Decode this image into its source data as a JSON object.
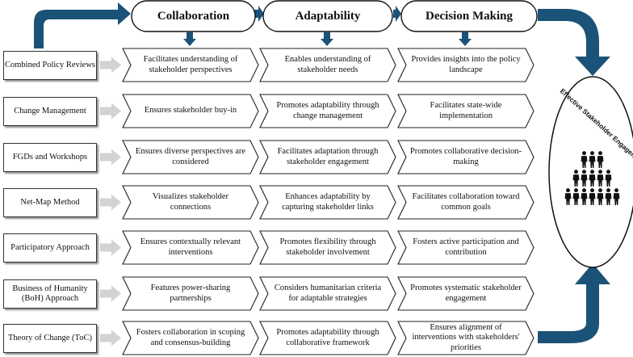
{
  "headers": [
    "Collaboration",
    "Adaptability",
    "Decision Making"
  ],
  "rows": [
    {
      "method": "Combined Policy Reviews",
      "cells": [
        "Facilitates understanding of stakeholder perspectives",
        "Enables understanding of stakeholder needs",
        "Provides insights into the policy landscape"
      ]
    },
    {
      "method": "Change Management",
      "cells": [
        "Ensures stakeholder buy-in",
        "Promotes adaptability through change management",
        "Facilitates state-wide implementation"
      ]
    },
    {
      "method": "FGDs and Workshops",
      "cells": [
        "Ensures diverse perspectives are considered",
        "Facilitates adaptation through stakeholder engagement",
        "Promotes collaborative decision-making"
      ]
    },
    {
      "method": "Net-Map Method",
      "cells": [
        "Visualizes stakeholder connections",
        "Enhances adaptability by capturing stakeholder links",
        "Facilitates collaboration toward common goals"
      ]
    },
    {
      "method": "Participatory Approach",
      "cells": [
        "Ensures contextually relevant interventions",
        "Promotes flexibility through stakeholder involvement",
        "Fosters active participation and contribution"
      ]
    },
    {
      "method": "Business of Humanity (BoH) Approach",
      "cells": [
        "Features power-sharing partnerships",
        "Considers humanitarian criteria for adaptable strategies",
        "Promotes systematic stakeholder engagement"
      ]
    },
    {
      "method": "Theory of Change (ToC)",
      "cells": [
        "Fosters collaboration in scoping and consensus-building",
        "Promotes adaptability through collaborative framework",
        "Ensures alignment of interventions with stakeholders' priorities"
      ]
    }
  ],
  "outcome": {
    "title": "Effective Stakeholder Engagement",
    "icon": "people-pyramid-icon"
  },
  "colors": {
    "arrow": "#1b5277",
    "side_arrow": "#d3d3d3",
    "border": "#222222"
  }
}
